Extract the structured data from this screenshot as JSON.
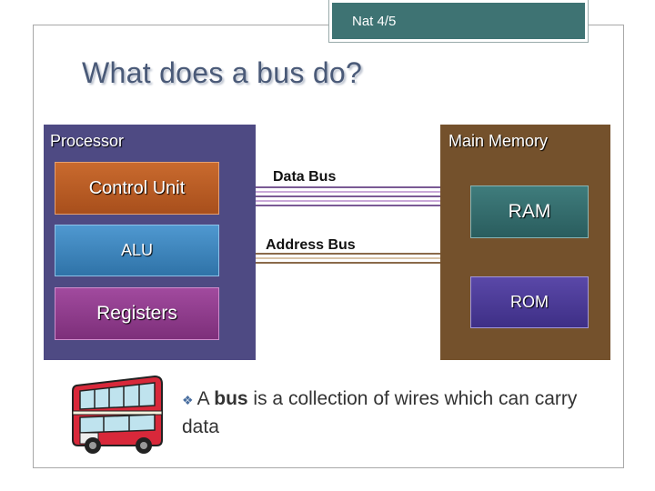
{
  "header": {
    "tag": "Nat 4/5"
  },
  "slide": {
    "title": "What does a bus do?"
  },
  "diagram": {
    "processor_label": "Processor",
    "memory_label": "Main Memory",
    "control_unit": "Control Unit",
    "alu": "ALU",
    "registers": "Registers",
    "data_bus": "Data Bus",
    "address_bus": "Address Bus",
    "ram": "RAM",
    "rom": "ROM"
  },
  "bullet": {
    "prefix": "A ",
    "emphasis": "bus",
    "rest": " is a collection of wires which can carry data"
  },
  "colors": {
    "processor": "#4e4a83",
    "memory": "#74512c",
    "data_bus_wires": "#8a5a9a",
    "address_bus_wires": "#8a6a4a"
  },
  "icons": {
    "bus_image": "double-decker-bus-icon",
    "bullet": "bullet-icon"
  }
}
